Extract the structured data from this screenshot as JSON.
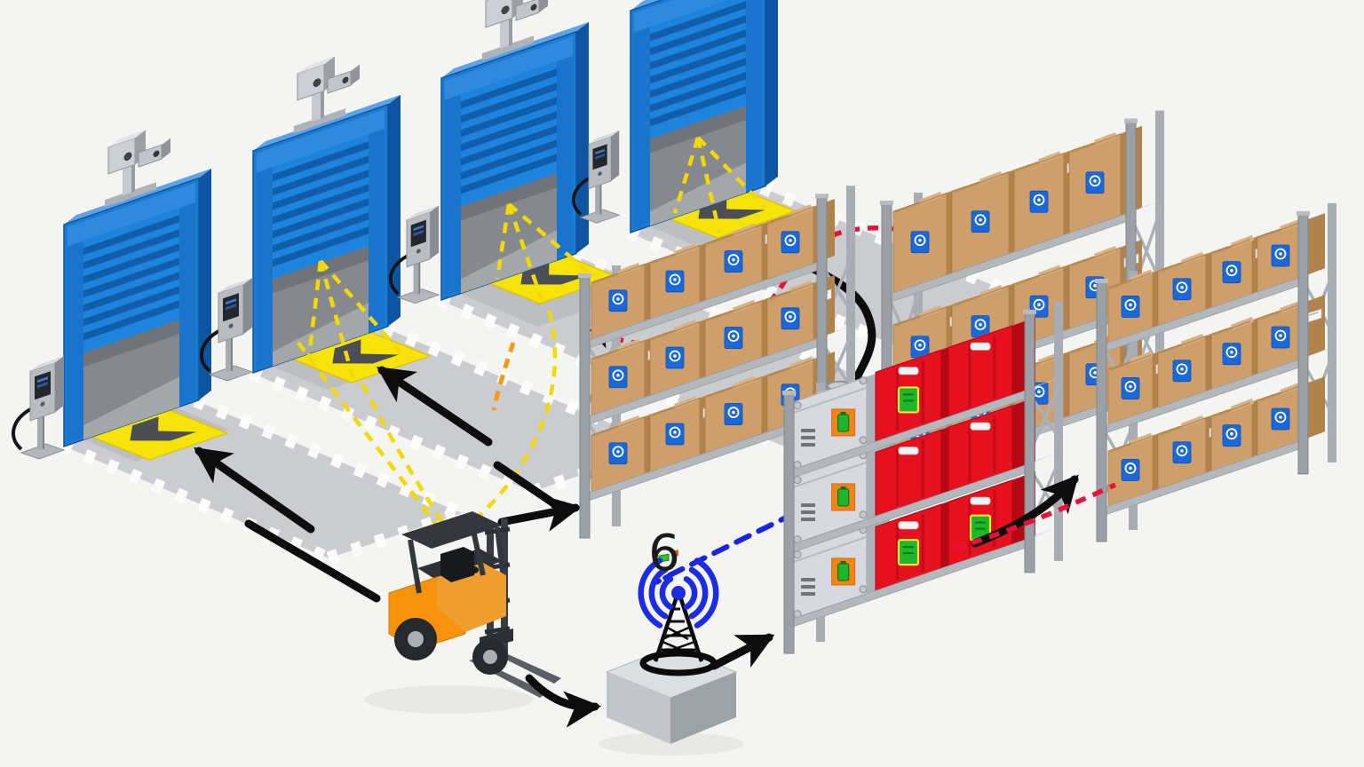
{
  "annotations": {
    "step_label": "6"
  },
  "scene": {
    "type": "isometric-warehouse-logistics-diagram",
    "dock": {
      "door_count": 4,
      "doors": [
        {
          "id": "dock-door-1",
          "equipment": [
            "overhead-camera-icon",
            "checkin-kiosk",
            "yellow-floor-marker",
            "lane-arrow"
          ]
        },
        {
          "id": "dock-door-2",
          "equipment": [
            "overhead-camera-icon",
            "checkin-kiosk",
            "yellow-floor-marker",
            "lane-arrow",
            "camera-scan-beam"
          ]
        },
        {
          "id": "dock-door-3",
          "equipment": [
            "overhead-camera-icon",
            "checkin-kiosk",
            "yellow-floor-marker",
            "camera-scan-beam"
          ]
        },
        {
          "id": "dock-door-4",
          "equipment": [
            "overhead-camera-icon",
            "checkin-kiosk",
            "yellow-floor-marker",
            "lane-arrow",
            "camera-scan-beam"
          ]
        }
      ]
    },
    "storage": [
      {
        "id": "rack-left",
        "shelves": 3,
        "boxes_per_shelf": 4,
        "contents": "cardboard boxes with blue tracking labels"
      },
      {
        "id": "rack-back",
        "shelves": 3,
        "boxes_per_shelf": 4,
        "contents": "cardboard boxes with blue tracking labels"
      },
      {
        "id": "rack-middle",
        "shelves": 3,
        "boxes_per_shelf": 3,
        "contents": "silver cases with orange battery tags and red crates with green tags"
      },
      {
        "id": "rack-right",
        "shelves": 3,
        "boxes_per_shelf": 4,
        "contents": "cardboard boxes with blue tracking labels"
      }
    ],
    "equipment": [
      {
        "id": "forklift"
      },
      {
        "id": "wireless-gateway",
        "icons": [
          "antenna-tower-icon",
          "wifi-waves-icon",
          "status-led"
        ]
      }
    ],
    "flows": [
      {
        "id": "lane-1-arrow",
        "style": "solid-arrow",
        "color": "black",
        "from": "yard lane 1",
        "to": "dock door 1"
      },
      {
        "id": "lane-2-arrow",
        "style": "solid-arrow",
        "color": "black",
        "from": "yard lane 2",
        "to": "dock door 2"
      },
      {
        "id": "racks-to-door-4",
        "style": "solid-arrow",
        "color": "black",
        "from": "pallet racks",
        "to": "dock door 4 lane"
      },
      {
        "id": "lane-1-to-forklift",
        "style": "solid-line",
        "color": "black",
        "from": "lane 1",
        "to": "forklift"
      },
      {
        "id": "lane-2-to-forklift",
        "style": "solid-line",
        "color": "black",
        "from": "lane 2",
        "to": "forklift"
      },
      {
        "id": "forklift-to-left-rack",
        "style": "solid-arrow",
        "color": "black",
        "from": "forklift",
        "to": "left rack"
      },
      {
        "id": "forklift-to-gateway",
        "style": "solid-arrow",
        "color": "black",
        "from": "forklift",
        "to": "wireless gateway"
      },
      {
        "id": "gateway-to-middle-rack",
        "style": "solid-arrow",
        "color": "black",
        "from": "wireless gateway",
        "to": "middle rack"
      },
      {
        "id": "middle-to-right-rack",
        "style": "solid-arrow",
        "color": "black",
        "from": "middle rack",
        "to": "right rack"
      },
      {
        "id": "camera-scan-beams",
        "style": "dashed",
        "color": "yellow",
        "from": "door cameras",
        "to": "floor markers"
      },
      {
        "id": "marker-guides-to-forklift",
        "style": "dashed",
        "color": "yellow",
        "from": "floor markers",
        "to": "forklift"
      },
      {
        "id": "back-rack-to-door-3",
        "style": "dashed-arrow",
        "color": "red",
        "from": "back rack",
        "to": "door 3 lane"
      },
      {
        "id": "middle-rack-to-right-rack",
        "style": "dashed",
        "color": "red",
        "from": "middle rack",
        "to": "right rack"
      },
      {
        "id": "gateway-wireless-link",
        "style": "dashed-arrow",
        "color": "blue",
        "from": "wireless gateway",
        "to": "right rack"
      }
    ]
  },
  "colors": {
    "background": "#f4f4f2",
    "door_blue": "#1b7ad2",
    "door_blue_dark": "#0d55a2",
    "door_slat": "#0f5dab",
    "door_light": "#5ea3e8",
    "opening_gray": "#85898e",
    "opening_floor": "#a4a7aa",
    "lane_gray": "#cacccf",
    "lane_shadow": "#b7babd",
    "teeth_white": "#fbfbfa",
    "marker_yellow": "#f6e409",
    "marker_glyph": "#4b4f55",
    "metal_light": "#ccd0d4",
    "metal_mid": "#b9bdc2",
    "metal_dark": "#878c92",
    "screen_dark": "#22272e",
    "rack_post": "#9aa0a6",
    "rack_shelf": "#ced2d6",
    "rack_beam": "#b3b8bd",
    "box_front": "#cf9f6b",
    "box_side": "#b2824c",
    "box_top": "#e2b887",
    "box_tape": "#d8b285",
    "label_blue": "#1a68dc",
    "crate_red": "#e6101f",
    "crate_red_side": "#b50a15",
    "crate_red_top": "#f4535e",
    "case_front": "#d6dade",
    "case_side": "#adb2b8",
    "case_top": "#eef0f3",
    "tag_orange": "#f28418",
    "tag_green": "#1fb52c",
    "forklift_orange": "#f6920c",
    "forklift_dark": "#383d44",
    "arrow_black": "#0d0d0d",
    "dash_yellow": "#f2da00",
    "dash_red": "#ea1038",
    "dash_orange": "#f59a12",
    "dash_blue": "#1b24e0",
    "wifi_blue": "#1b2ce2"
  }
}
